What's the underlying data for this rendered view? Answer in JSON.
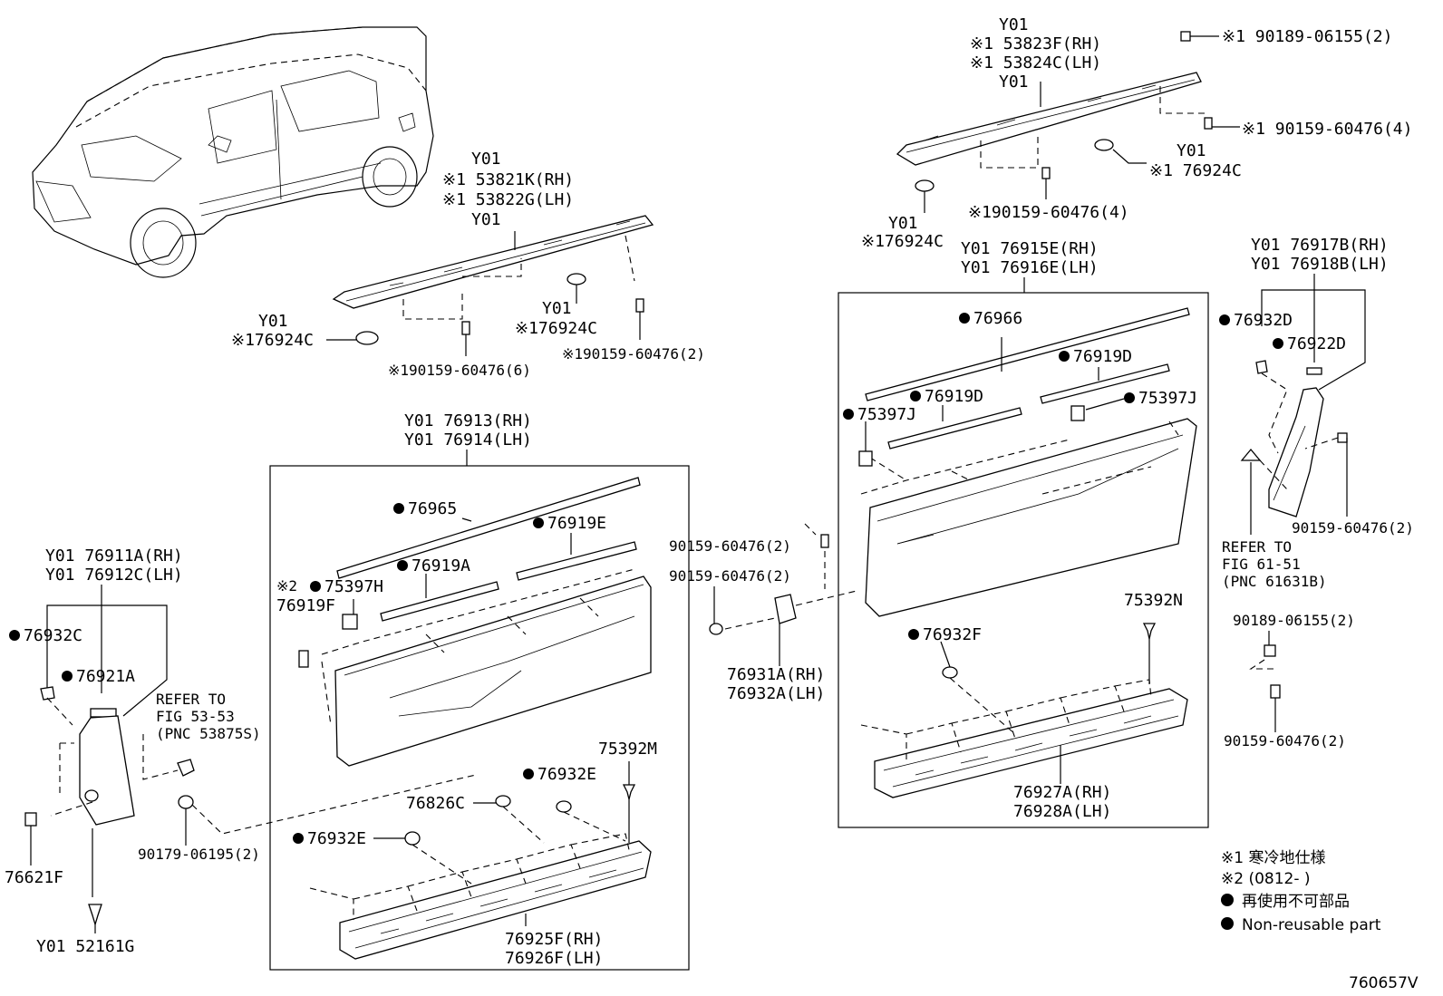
{
  "diagram_id": "760657V",
  "callouts": {
    "a1": "Y01",
    "a2": "※1 53823F(RH)",
    "a3": "※1 53824C(LH)",
    "a4": "Y01",
    "a5": "※1 90189-06155(2)",
    "a6": "※1 90159-60476(4)",
    "a7": "Y01",
    "a8": "※1 76924C",
    "a9": "※190159-60476(4)",
    "a10": "Y01",
    "a11": "※176924C",
    "b1": "Y01",
    "b2": "※1 53821K(RH)",
    "b3": "※1 53822G(LH)",
    "b4": "Y01",
    "b5": "Y01",
    "b6": "※176924C",
    "b7": "Y01",
    "b8": "※176924C",
    "b9": "※190159-60476(6)",
    "b10": "※190159-60476(2)",
    "c1": "Y01 76915E(RH)",
    "c2": "Y01 76916E(LH)",
    "c3": "76966",
    "c4": "76919D",
    "c5": "76919D",
    "c6": "75397J",
    "c7": "75397J",
    "c8": "90159-60476(2)",
    "c9": "90159-60476(2)",
    "c10": "76931A(RH)",
    "c11": "76932A(LH)",
    "c12": "75392N",
    "c13": "76932F",
    "c14": "76927A(RH)",
    "c15": "76928A(LH)",
    "d1": "Y01 76917B(RH)",
    "d2": "Y01 76918B(LH)",
    "d3": "76932D",
    "d4": "76922D",
    "d5": "90159-60476(2)",
    "d6": "REFER TO",
    "d7": "FIG 61-51",
    "d8": "(PNC 61631B)",
    "d9": "90189-06155(2)",
    "d10": "90159-60476(2)",
    "e1": "Y01 76913(RH)",
    "e2": "Y01 76914(LH)",
    "e3": "76965",
    "e4": "76919E",
    "e5": "※2",
    "e6": "75397H",
    "e7": "76919A",
    "e8": "76919F",
    "e9": "75392M",
    "e10": "76932E",
    "e11": "76826C",
    "e12": "76932E",
    "e13": "76925F(RH)",
    "e14": "76926F(LH)",
    "f1": "Y01 76911A(RH)",
    "f2": "Y01 76912C(LH)",
    "f3": "76932C",
    "f4": "76921A",
    "f5": "REFER TO",
    "f6": "FIG 53-53",
    "f7": "(PNC 53875S)",
    "f8": "90179-06195(2)",
    "f9": "76621F",
    "f10": "Y01 52161G"
  },
  "legend": {
    "note1": "※1 寒冷地仕様",
    "note2": "※2 (0812-        )",
    "note3": "再使用不可部品",
    "note4": "Non-reusable part"
  }
}
